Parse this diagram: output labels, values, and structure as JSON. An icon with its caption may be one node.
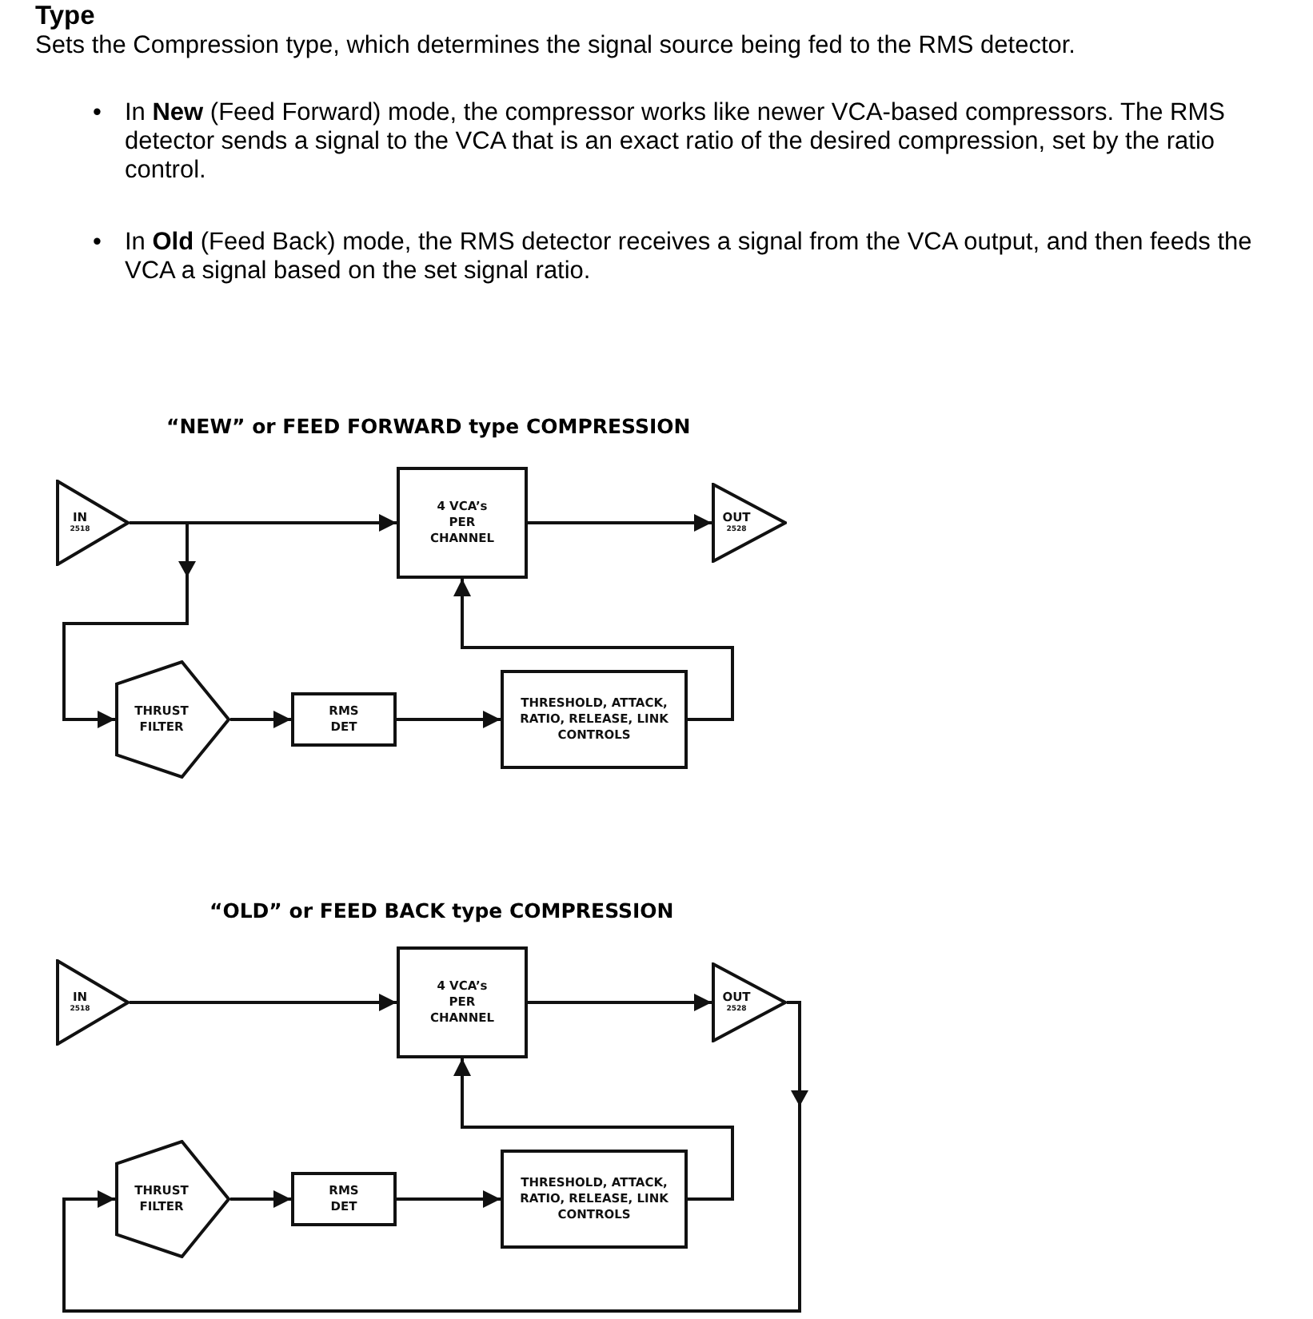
{
  "diagram": {
    "title": "Type",
    "nodes": [
      {
        "text": [
          "IN",
          "2518"
        ]
      },
      {
        "text": [
          "4 VCA’s PER CHANNEL"
        ]
      },
      {
        "text": [
          "OUT",
          "2528"
        ]
      },
      {
        "text": [
          "THRUST FILTER"
        ]
      },
      {
        "text": [
          "RMS DET"
        ]
      },
      {
        "text": [
          "THRESHOLD, ATTACK, RATIO, RELEASE, LINK CONTROLS"
        ]
      },
      {
        "text": [
          "IN",
          "2518"
        ]
      },
      {
        "text": [
          "4 VCA’s PER CHANNEL"
        ]
      },
      {
        "text": [
          "OUT",
          "2528"
        ]
      },
      {
        "text": [
          "THRUST FILTER"
        ]
      },
      {
        "text": [
          "RMS DET"
        ]
      },
      {
        "text": [
          "THRESHOLD, ATTACK, RATIO, RELEASE, LINK CONTROLS"
        ]
      }
    ],
    "edges": [
      {
        "from": 0,
        "to": 1,
        "arrow": "to"
      },
      {
        "from": 1,
        "to": 2,
        "arrow": "to"
      },
      {
        "from": 0,
        "to": 3,
        "arrow": "to"
      },
      {
        "from": 3,
        "to": 4,
        "arrow": "to"
      },
      {
        "from": 4,
        "to": 5,
        "arrow": "to"
      },
      {
        "from": 5,
        "to": 1,
        "arrow": "to"
      },
      {
        "from": 6,
        "to": 7,
        "arrow": "to"
      },
      {
        "from": 7,
        "to": 8,
        "arrow": "to"
      },
      {
        "from": 8,
        "to": 9,
        "arrow": "to"
      },
      {
        "from": 9,
        "to": 10,
        "arrow": "to"
      },
      {
        "from": 10,
        "to": 11,
        "arrow": "to"
      },
      {
        "from": 11,
        "to": 7,
        "arrow": "to"
      }
    ],
    "labels": [
      "Sets the Compression type, which determines the signal source being fed to the RMS detector.",
      "•",
      "In **New** (Feed Forward) mode, the compressor works like newer VCA-based compressors. The RMS detector sends a signal to the VCA that is an exact ratio of the desired compression, set by the ratio control.",
      "•",
      "In **Old** (Feed Back) mode, the RMS detector receives a signal from the VCA output, and then feeds the VCA a signal based on the set signal ratio.",
      "“NEW” or FEED FORWARD type COMPRESSION",
      "“OLD” or FEED BACK type COMPRESSION"
    ]
  }
}
